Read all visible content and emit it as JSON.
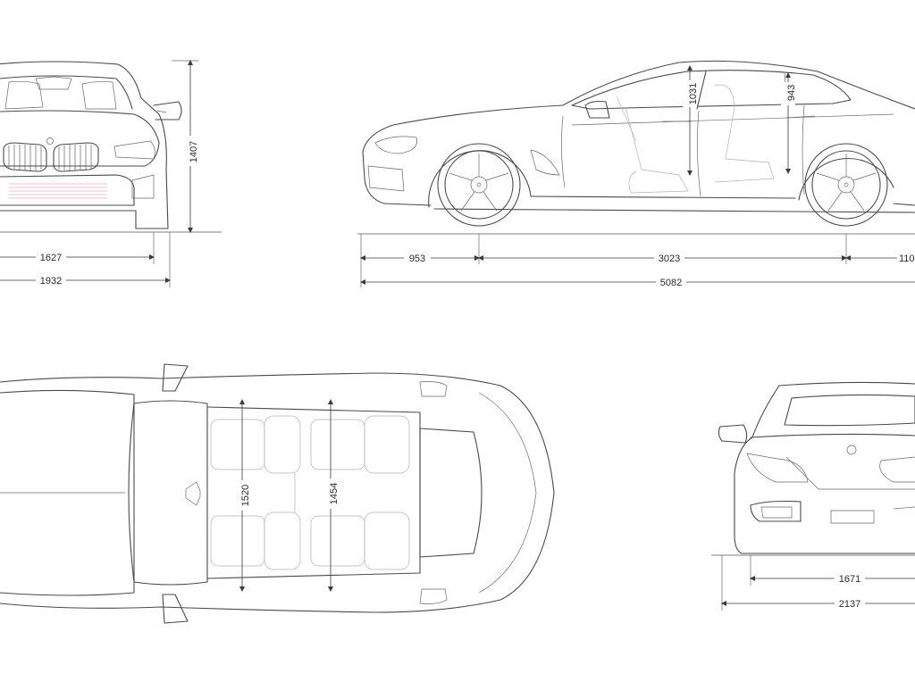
{
  "diagram": {
    "front_view": {
      "track": "1627",
      "width": "1932",
      "height": "1407"
    },
    "side_view": {
      "front_overhang": "953",
      "wheelbase": "3023",
      "rear_overhang_partial": "110",
      "length": "5082",
      "front_headroom": "1031",
      "rear_headroom": "943"
    },
    "top_view": {
      "front_shoulder_width": "1520",
      "rear_shoulder_width": "1454"
    },
    "rear_view": {
      "track": "1671",
      "width_with_mirrors": "2137"
    }
  },
  "colors": {
    "line": "#4a4a4a",
    "dimension": "#3a3a3a",
    "background": "#ffffff"
  }
}
